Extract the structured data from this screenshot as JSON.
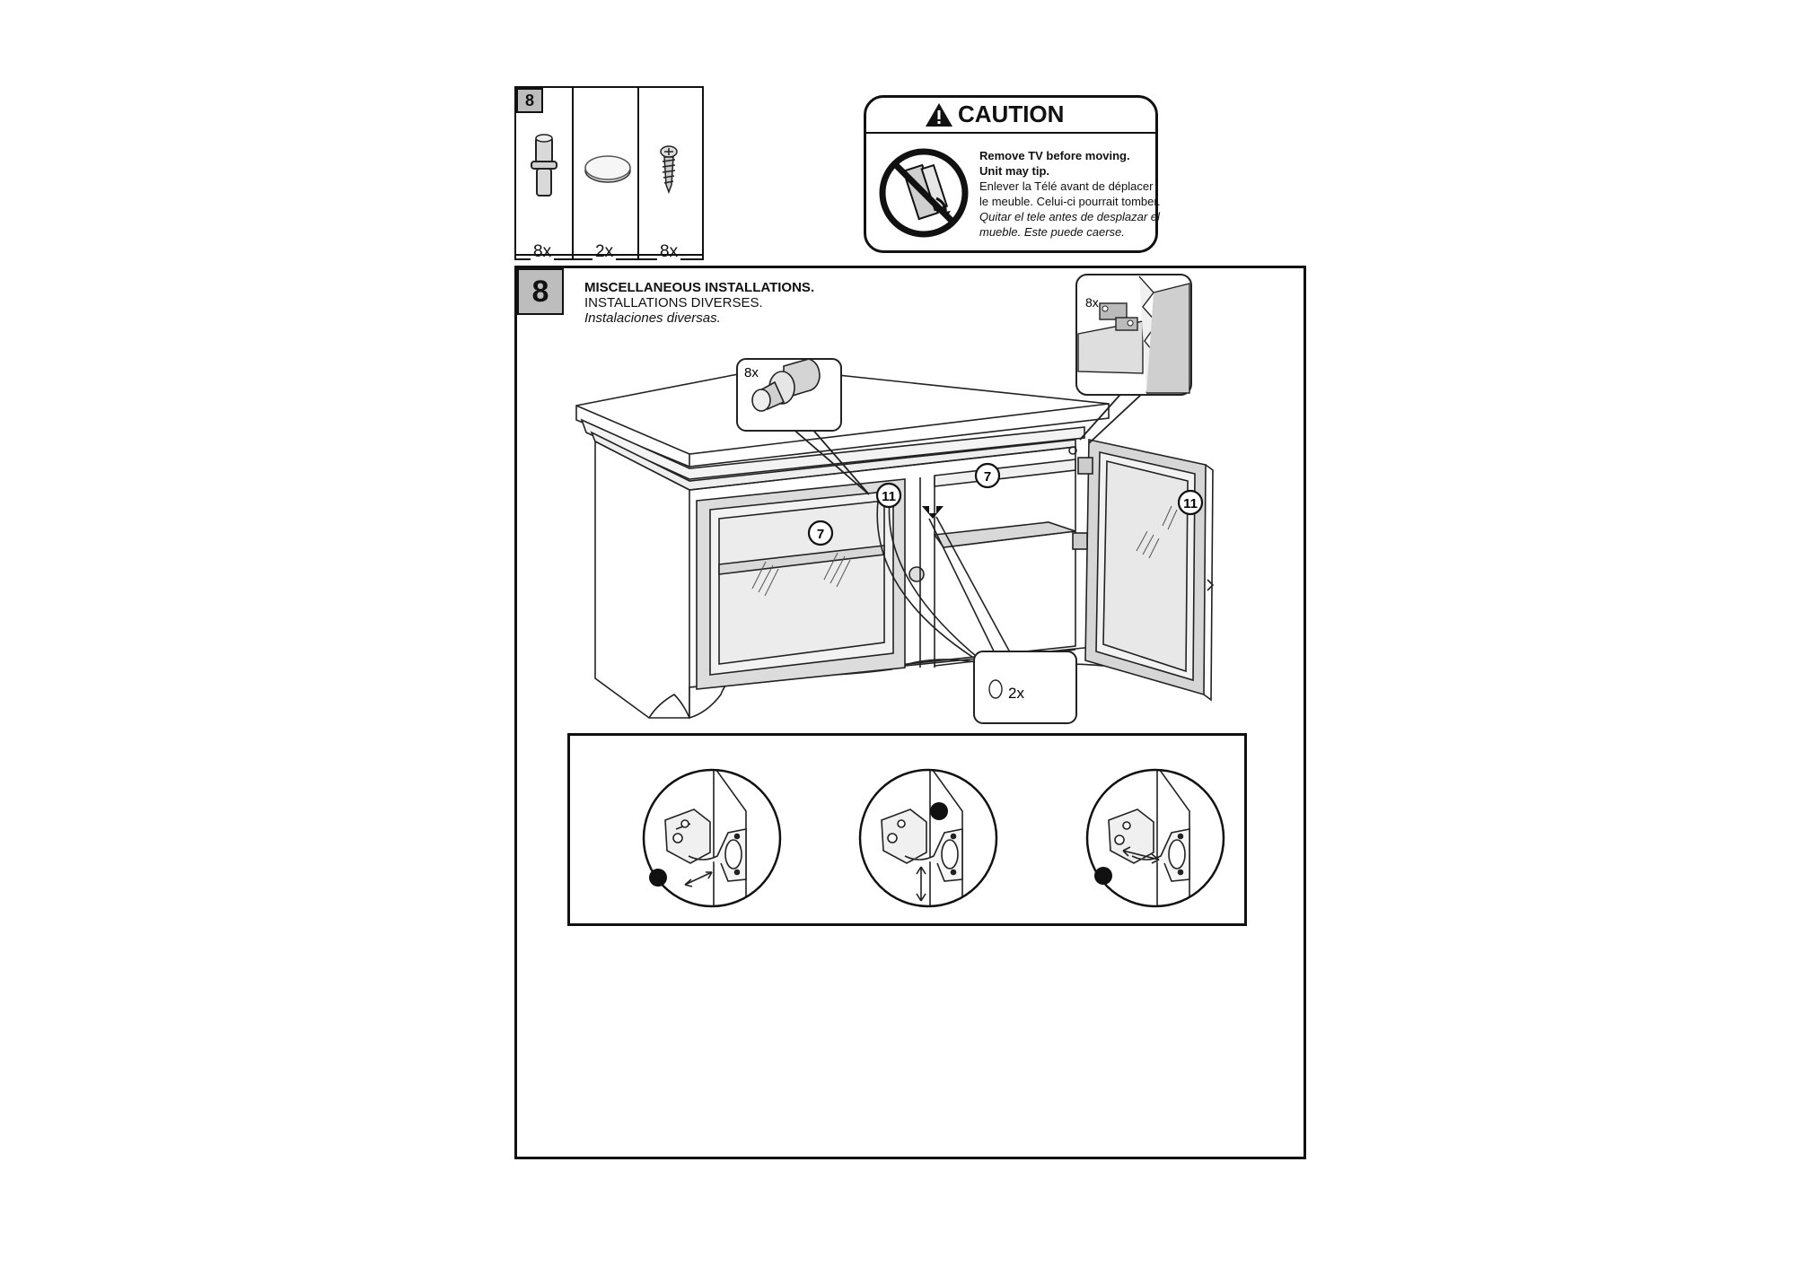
{
  "parts_box": {
    "step": "8",
    "items": [
      {
        "icon": "shelf-pin-icon",
        "qty": "8x"
      },
      {
        "icon": "bumper-pad-icon",
        "qty": "2x"
      },
      {
        "icon": "screw-icon",
        "qty": "8x"
      }
    ]
  },
  "caution": {
    "title": "CAUTION",
    "lines": [
      {
        "text": "Remove TV before moving.",
        "style": "bold"
      },
      {
        "text": "Unit may tip.",
        "style": "bold"
      },
      {
        "text": "Enlever la Télé avant de déplacer",
        "style": "normal"
      },
      {
        "text": "le meuble. Celui-ci pourrait tomber.",
        "style": "normal"
      },
      {
        "text": "Quitar el tele antes de desplazar el",
        "style": "italic"
      },
      {
        "text": "mueble. Este puede caerse.",
        "style": "italic"
      }
    ]
  },
  "step": {
    "number": "8",
    "title_en": "MISCELLANEOUS INSTALLATIONS.",
    "title_fr": "INSTALLATIONS DIVERSES.",
    "title_es": "Instalaciones diversas.",
    "callouts": {
      "pin_qty": "8x",
      "hinge_qty": "8x",
      "pad_qty": "2x",
      "part_shelf": "7",
      "part_door": "11"
    }
  },
  "hinge_adjustments": [
    {
      "icon": "hinge-side-adjust-icon"
    },
    {
      "icon": "hinge-height-adjust-icon"
    },
    {
      "icon": "hinge-depth-adjust-icon"
    }
  ]
}
